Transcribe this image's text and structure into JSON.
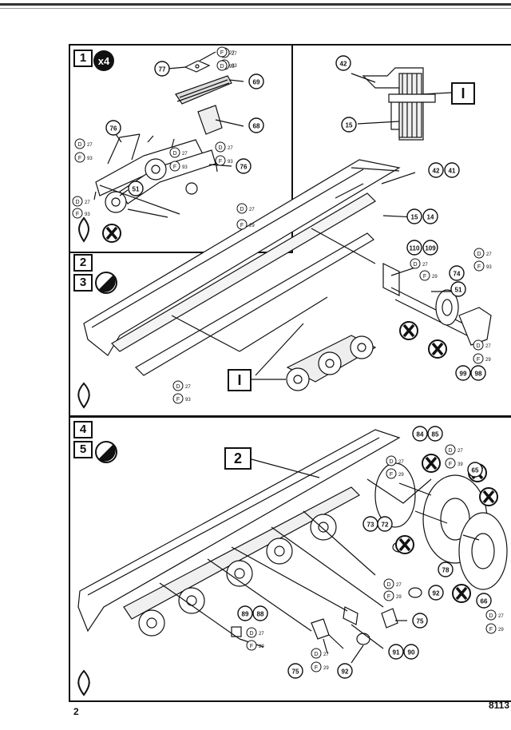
{
  "page": {
    "number": "2",
    "catalog": "8113"
  },
  "steps": {
    "s1": {
      "num": "1",
      "qty": "x4"
    },
    "s2": {
      "num": "2"
    },
    "s3": {
      "num": "3"
    },
    "s4": {
      "num": "4"
    },
    "s5": {
      "num": "5"
    },
    "ref_a": "I",
    "ref_b": "I",
    "ref_c": "2"
  },
  "parts": {
    "p77": "77",
    "p69": "69",
    "p68": "68",
    "p76a": "76",
    "p76b": "76",
    "p51a": "51",
    "p42": "42",
    "p15": "15",
    "p4241a": "42",
    "p4241b": "41",
    "p1514a": "15",
    "p1514b": "14",
    "p110": "110",
    "p109": "109",
    "p74": "74",
    "p51b": "51",
    "p99": "99",
    "p98": "98",
    "p8485a": "84",
    "p8485b": "85",
    "p65": "65",
    "p7372a": "73",
    "p7372b": "72",
    "p92a": "92",
    "p78": "78",
    "p66": "66",
    "p75a": "75",
    "p75b": "75",
    "p8988a": "89",
    "p8988b": "88",
    "p9190a": "91",
    "p9190b": "90",
    "p92b": "92"
  },
  "paints": {
    "D": "D",
    "F": "F",
    "c27": "27",
    "c93": "93",
    "c29": "29",
    "c39": "39"
  },
  "colors": {
    "ink": "#111111",
    "paper": "#ffffff"
  }
}
